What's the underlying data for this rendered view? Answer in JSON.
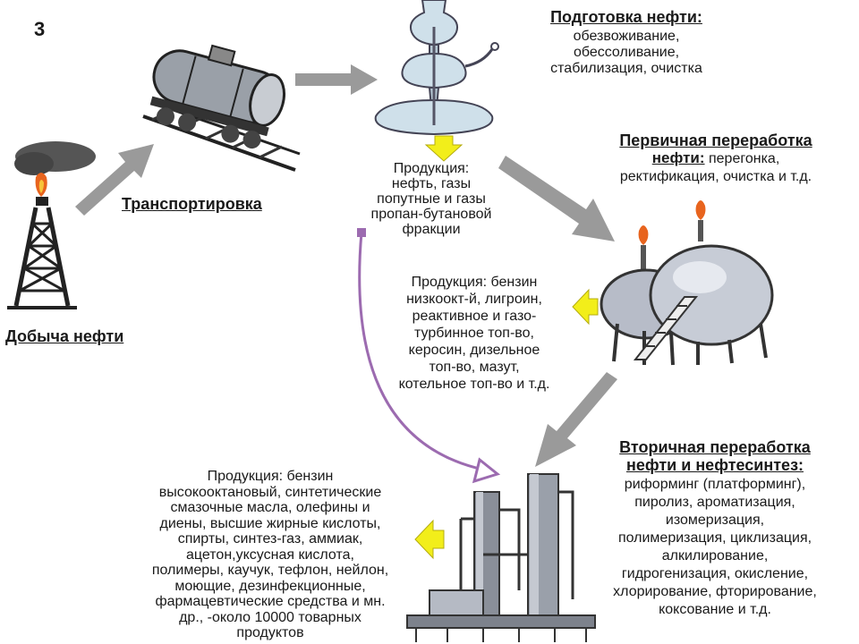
{
  "slide_number": "3",
  "extraction": {
    "title": "Добыча нефти"
  },
  "transport": {
    "title": "Транспортировка"
  },
  "preparation": {
    "title": "Подготовка нефти:",
    "lines": [
      "обезвоживание,",
      "обессоливание,",
      "стабилизация, очистка"
    ]
  },
  "products_prep": {
    "lines": [
      "Продукция:",
      "нефть, газы",
      "попутные и газы",
      "пропан-бутановой",
      "фракции"
    ]
  },
  "primary": {
    "title_line1": "Первичная переработка",
    "title_line2": "нефти:",
    "title_rest": " перегонка,",
    "lines": [
      "ректификация, очистка и т.д."
    ]
  },
  "products_primary": {
    "lines": [
      "Продукция: бензин",
      "низкоокт-й, лигроин,",
      "реактивное и газо-",
      "турбинное топ-во,",
      "керосин, дизельное",
      "топ-во, мазут,",
      "котельное топ-во и т.д."
    ]
  },
  "secondary": {
    "title_line1": "Вторичная переработка",
    "title_line2": "нефти и нефтесинтез:",
    "lines": [
      "риформинг (платформинг),",
      "пиролиз, ароматизация,",
      "изомеризация,",
      "полимеризация, циклизация,",
      "алкилирование,",
      "гидрогенизация, окисление,",
      "хлорирование, фторирование,",
      "коксование и т.д."
    ]
  },
  "products_secondary": {
    "lines": [
      "Продукция: бензин",
      "высокооктановый, синтетические",
      "смазочные масла, олефины и",
      "диены, высшие жирные кислоты,",
      "спирты, синтез-газ, аммиак,",
      "ацетон,уксусная кислота,",
      "полимеры, каучук,  тефлон, нейлон,",
      "моющие, дезинфекционные,",
      "фармацевтические средства и мн.",
      "др., -около 10000 товарных",
      "продуктов"
    ]
  },
  "colors": {
    "arrow_gray": "#9a9a9a",
    "arrow_yellow": "#f2ee1a",
    "arrow_purple": "#9c6bb0",
    "metal": "#a9aebb",
    "flame": "#e8641e"
  }
}
